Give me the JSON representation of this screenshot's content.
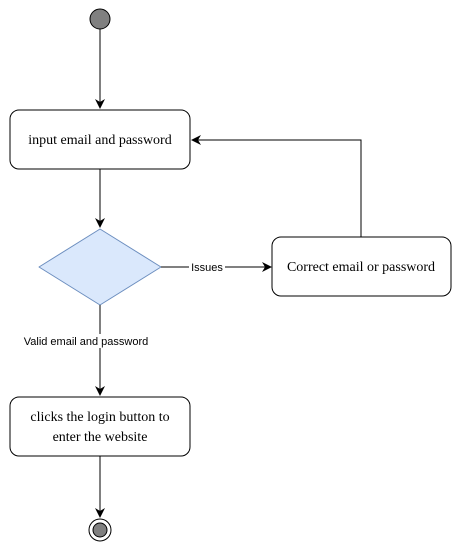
{
  "nodes": {
    "start": {
      "kind": "initial-state"
    },
    "input_step": {
      "label": "input email and password"
    },
    "decision": {
      "kind": "decision"
    },
    "correct_step": {
      "label": "Correct email or password"
    },
    "login_step": {
      "line1": "clicks the login button to",
      "line2": "enter the website"
    },
    "end": {
      "kind": "final-state"
    }
  },
  "edges": {
    "issues_label": "Issues",
    "valid_label": "Valid email and password"
  },
  "colors": {
    "decision_fill": "#dae8fc",
    "decision_stroke": "#6c8ebf",
    "node_stroke": "#000000",
    "start_fill": "#808080"
  }
}
